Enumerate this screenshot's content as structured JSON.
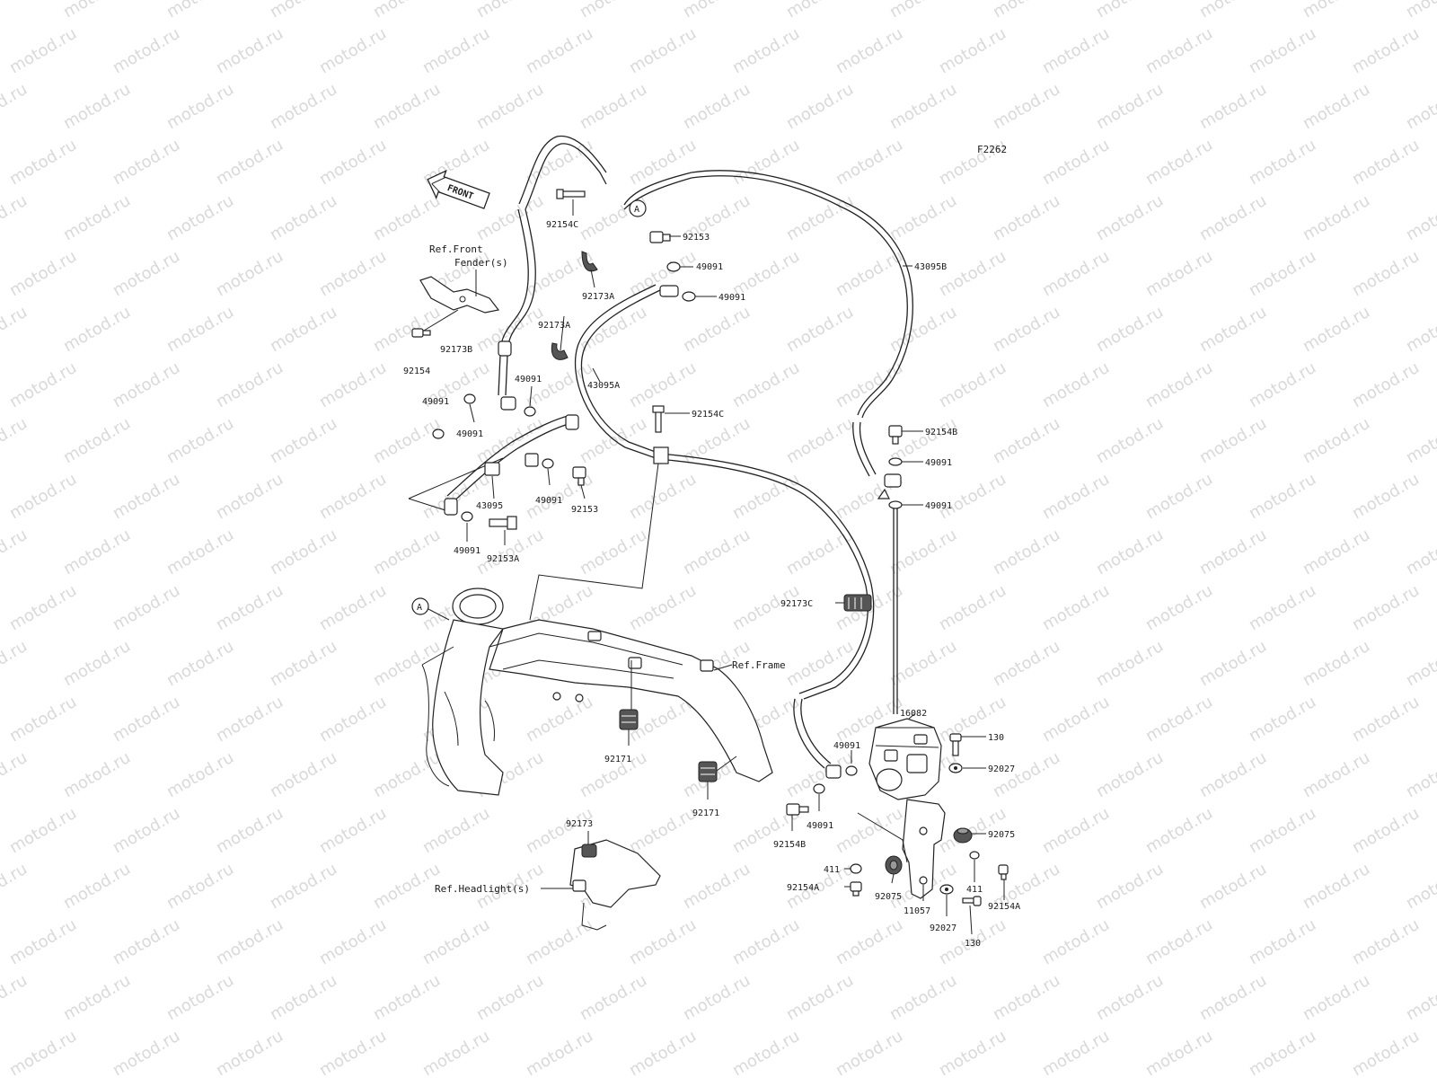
{
  "figure_code": "F2262",
  "watermark_text": "motod.ru",
  "front_arrow_text": "FRONT",
  "marker_a": "A",
  "refs": {
    "front_fender": "Ref.Front\nFender(s)",
    "frame": "Ref.Frame",
    "headlight": "Ref.Headlight(s)"
  },
  "callouts": [
    {
      "id": "c1",
      "text": "92154C"
    },
    {
      "id": "c2",
      "text": "92153"
    },
    {
      "id": "c3",
      "text": "49091"
    },
    {
      "id": "c4",
      "text": "49091"
    },
    {
      "id": "c5",
      "text": "43095B"
    },
    {
      "id": "c6",
      "text": "92173A"
    },
    {
      "id": "c7",
      "text": "92173A"
    },
    {
      "id": "c8",
      "text": "92173B"
    },
    {
      "id": "c9",
      "text": "92154"
    },
    {
      "id": "c10",
      "text": "43095A"
    },
    {
      "id": "c11",
      "text": "49091"
    },
    {
      "id": "c12",
      "text": "49091"
    },
    {
      "id": "c13",
      "text": "49091"
    },
    {
      "id": "c14",
      "text": "92154C"
    },
    {
      "id": "c15",
      "text": "92154B"
    },
    {
      "id": "c16",
      "text": "49091"
    },
    {
      "id": "c17",
      "text": "49091"
    },
    {
      "id": "c18",
      "text": "43095"
    },
    {
      "id": "c19",
      "text": "49091"
    },
    {
      "id": "c20",
      "text": "92153"
    },
    {
      "id": "c21",
      "text": "49091"
    },
    {
      "id": "c22",
      "text": "92153A"
    },
    {
      "id": "c23",
      "text": "92173C"
    },
    {
      "id": "c24",
      "text": "16082"
    },
    {
      "id": "c25",
      "text": "130"
    },
    {
      "id": "c26",
      "text": "49091"
    },
    {
      "id": "c27",
      "text": "92027"
    },
    {
      "id": "c28",
      "text": "92171"
    },
    {
      "id": "c29",
      "text": "92171"
    },
    {
      "id": "c30",
      "text": "92154B"
    },
    {
      "id": "c31",
      "text": "49091"
    },
    {
      "id": "c32",
      "text": "92075"
    },
    {
      "id": "c33",
      "text": "92173"
    },
    {
      "id": "c34",
      "text": "411"
    },
    {
      "id": "c35",
      "text": "92154A"
    },
    {
      "id": "c36",
      "text": "92075"
    },
    {
      "id": "c37",
      "text": "411"
    },
    {
      "id": "c38",
      "text": "92154A"
    },
    {
      "id": "c39",
      "text": "11057"
    },
    {
      "id": "c40",
      "text": "92027"
    },
    {
      "id": "c41",
      "text": "130"
    },
    {
      "id": "c42",
      "text": "49091"
    }
  ]
}
